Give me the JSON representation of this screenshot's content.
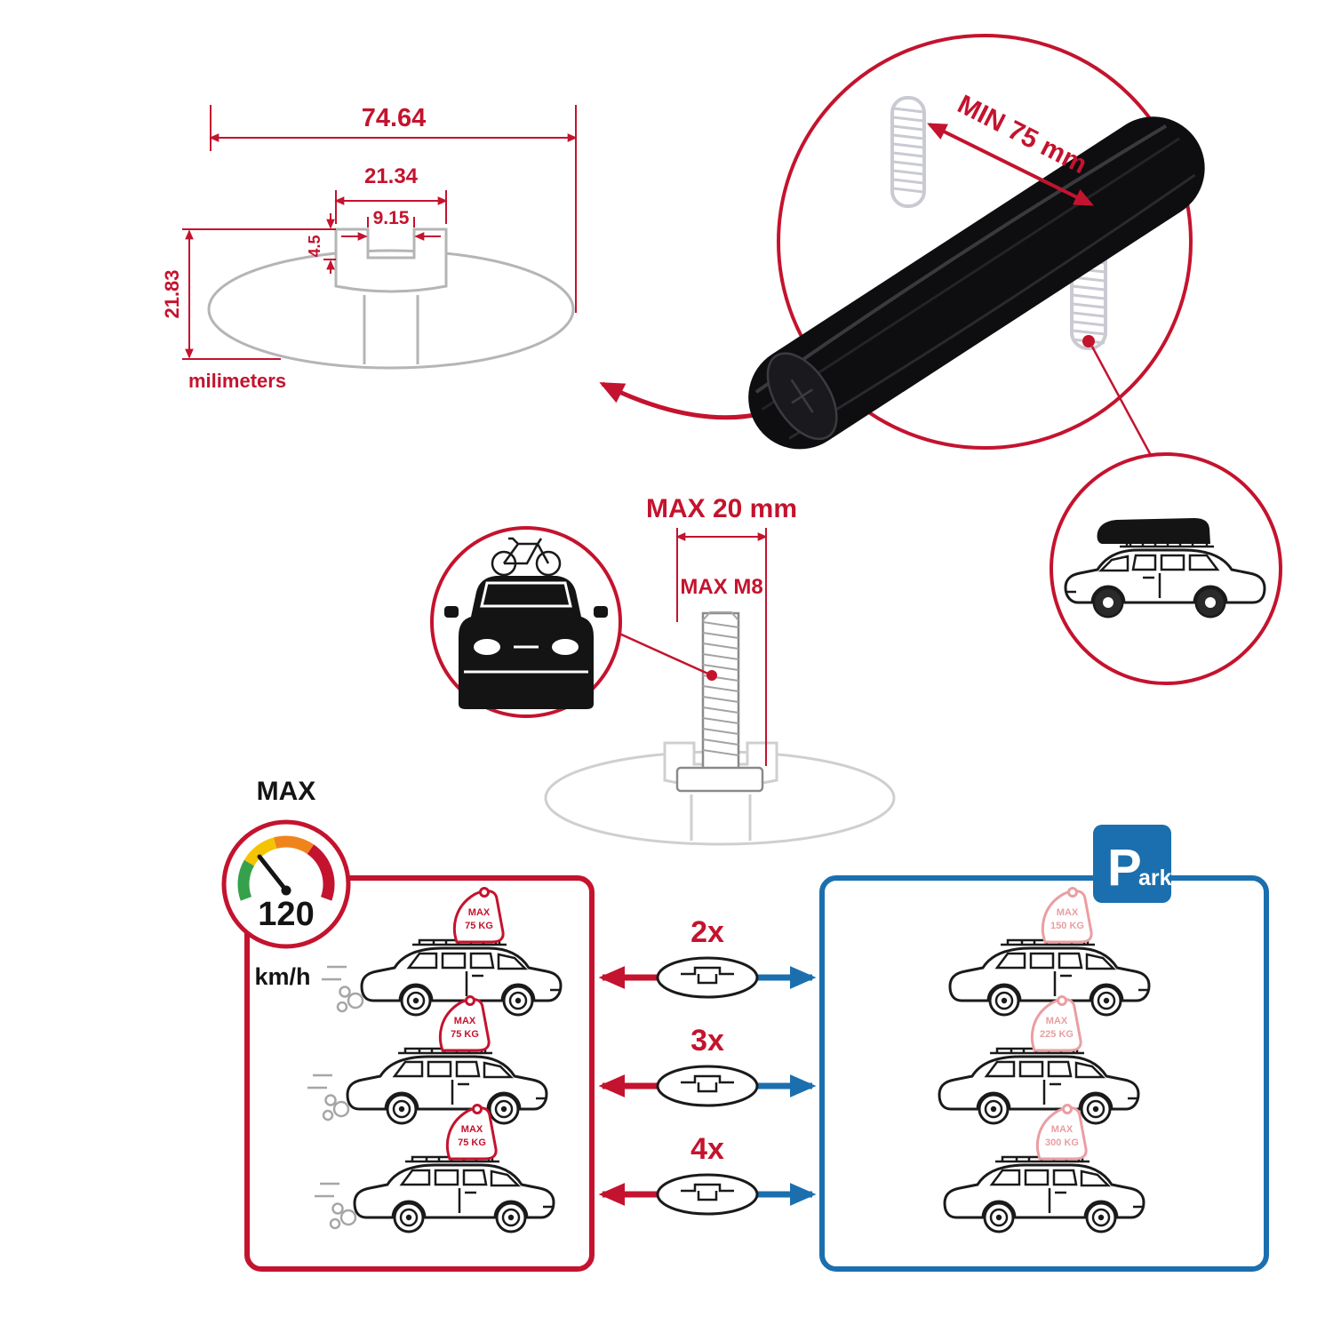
{
  "cross_section": {
    "total_width": "74.64",
    "channel_width": "21.34",
    "slot_width": "9.15",
    "slot_depth": "4.5",
    "total_height": "21.83",
    "units": "milimeters"
  },
  "bar_view": {
    "min_span": "MIN 75 mm"
  },
  "bolt": {
    "max_width": "MAX 20 mm",
    "max_thread": "MAX M8"
  },
  "speed": {
    "label": "MAX",
    "value": "120",
    "units": "km/h"
  },
  "multipliers": [
    "2x",
    "3x",
    "4x"
  ],
  "left_panel": {
    "cars": [
      {
        "max": "MAX",
        "kg": "75 KG"
      },
      {
        "max": "MAX",
        "kg": "75 KG"
      },
      {
        "max": "MAX",
        "kg": "75 KG"
      }
    ]
  },
  "right_panel": {
    "park_p": "P",
    "park_ark": "ark",
    "cars": [
      {
        "max": "MAX",
        "kg": "150 KG"
      },
      {
        "max": "MAX",
        "kg": "225 KG"
      },
      {
        "max": "MAX",
        "kg": "300 KG"
      }
    ]
  },
  "colors": {
    "red": "#C4132E",
    "blue": "#1B6FAE",
    "pink": "#EA9EA2"
  }
}
